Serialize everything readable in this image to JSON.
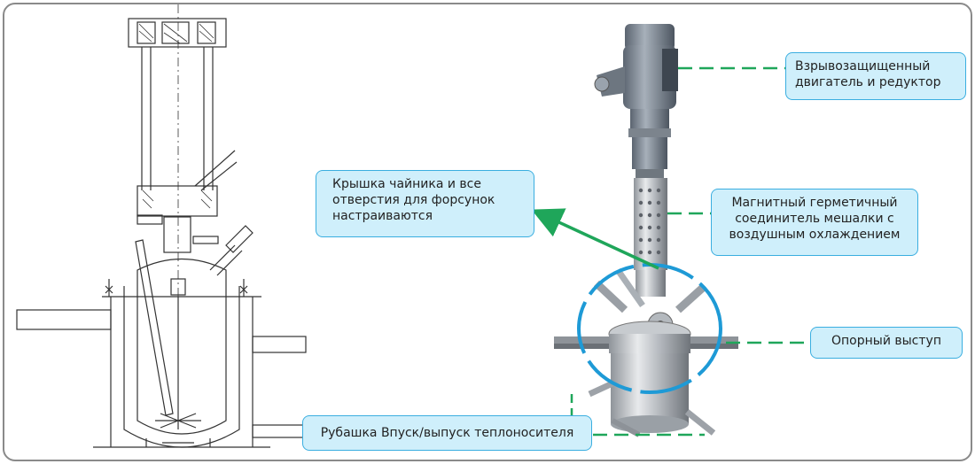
{
  "callouts": {
    "motor": "Взрывозащищенный\nдвигатель и редуктор",
    "lid": "Крышка чайника и все\nотверстия для форсунок\nнастраиваются",
    "magnetic": "Магнитный герметичный\nсоединитель мешалки с\nвоздушным охлаждением",
    "support": "Опорный выступ",
    "jacket": "Рубашка Впуск/выпуск теплоносителя"
  },
  "colors": {
    "callout_fill": "#cfeffb",
    "callout_border": "#3aaee0",
    "leader_green": "#1fa65a",
    "highlight_blue": "#1e9ad6",
    "drawing_line": "#333333"
  }
}
